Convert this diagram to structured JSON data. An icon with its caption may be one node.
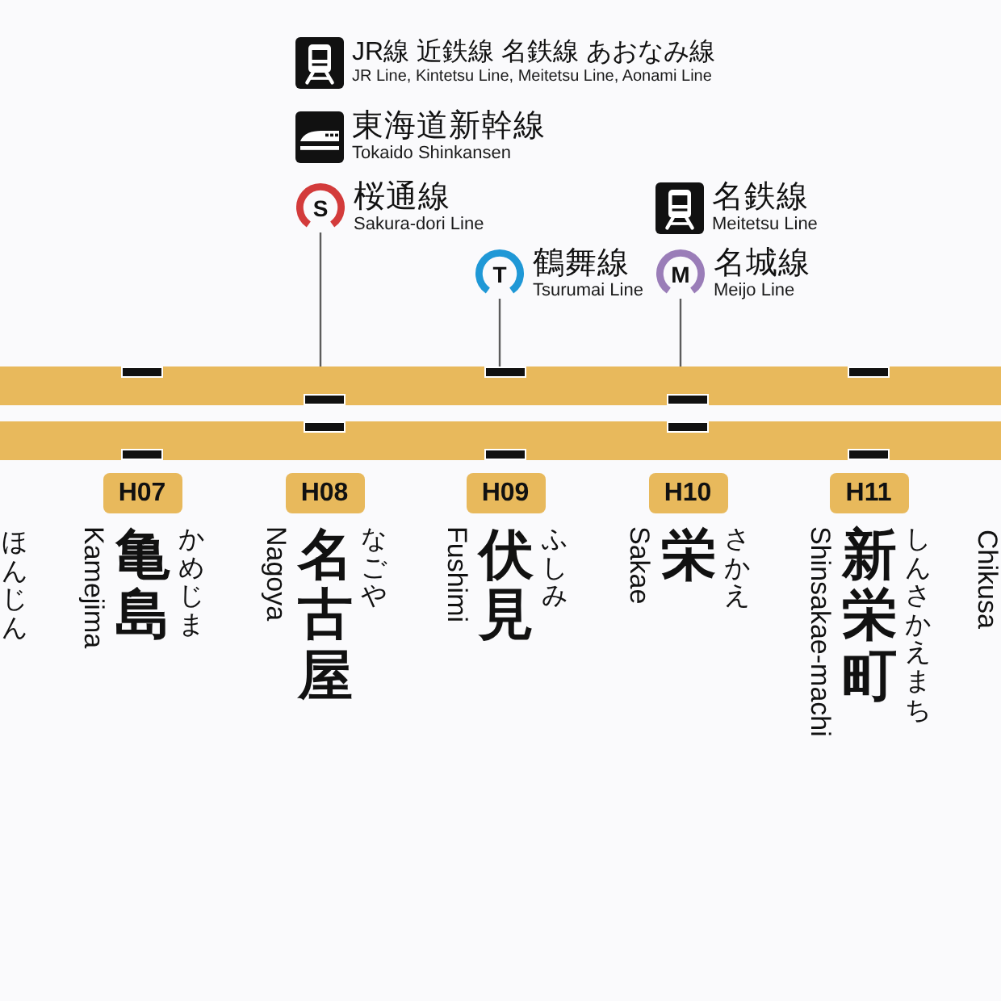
{
  "diagram": {
    "nodes": [
      {
        "text": [
          "S"
        ],
        "beside": [
          "桜通線",
          "Sakura-dori Line"
        ]
      },
      {
        "text": [
          "T"
        ],
        "beside": [
          "鶴舞線",
          "Tsurumai Line"
        ]
      },
      {
        "text": [
          "M"
        ],
        "beside": [
          "名城線",
          "Meijo Line"
        ]
      },
      {
        "text": [],
        "shape": "bar"
      },
      {
        "text": [],
        "shape": "bar"
      },
      {
        "text": [
          "H07"
        ],
        "beside": [
          "亀島",
          "かめじま",
          "Kamejima"
        ]
      },
      {
        "text": [
          "H08"
        ],
        "beside": [
          "名古屋",
          "なごや",
          "Nagoya"
        ]
      },
      {
        "text": [
          "H09"
        ],
        "beside": [
          "伏見",
          "ふしみ",
          "Fushimi"
        ]
      },
      {
        "text": [
          "H10"
        ],
        "beside": [
          "栄",
          "さかえ",
          "Sakae"
        ]
      },
      {
        "text": [
          "H11"
        ],
        "beside": [
          "新栄町",
          "しんさかえまち",
          "Shinsakae-machi"
        ]
      }
    ],
    "edges": [
      {
        "from": 0,
        "to": 3,
        "arrow": "none"
      },
      {
        "from": 1,
        "to": 3,
        "arrow": "none"
      },
      {
        "from": 2,
        "to": 3,
        "arrow": "none"
      }
    ],
    "labels": [
      "JR線 近鉄線 名鉄線 あおなみ線",
      "JR Line, Kintetsu Line, Meitetsu Line, Aonami Line",
      "東海道新幹線",
      "Tokaido Shinkansen",
      "名鉄線",
      "Meitetsu Line",
      "ほんじん",
      "Chikusa"
    ]
  }
}
